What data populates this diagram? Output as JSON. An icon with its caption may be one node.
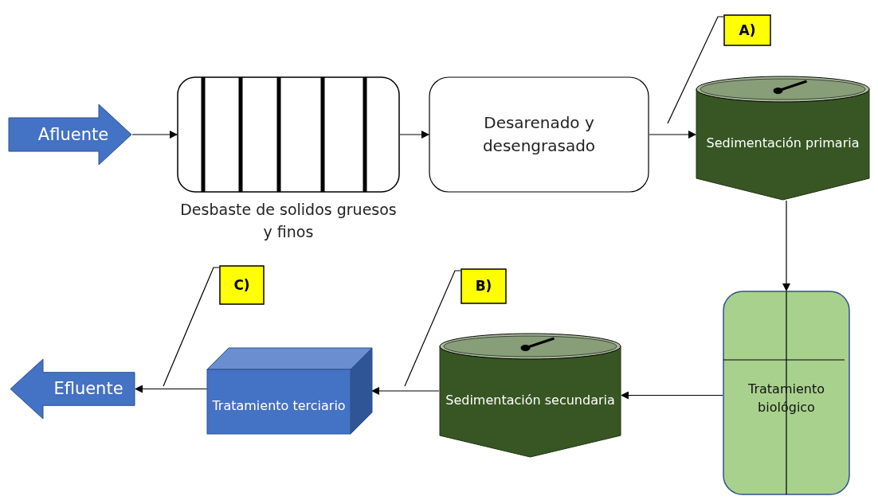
{
  "diagram": {
    "nodes": [
      {
        "text": [
          "Afluente"
        ]
      },
      {
        "text": [
          "Desbaste de solidos gruesos y finos"
        ]
      },
      {
        "text": [
          "Desarenado y desengrasado"
        ]
      },
      {
        "text": [
          "Sedimentación primaria"
        ]
      },
      {
        "text": [
          "Tratamiento biológico"
        ]
      },
      {
        "text": [
          "Sedimentación secundaria"
        ]
      },
      {
        "text": [
          "Tratamiento terciario"
        ]
      },
      {
        "text": [
          "Efluente"
        ]
      },
      {
        "text": [
          "A)"
        ]
      },
      {
        "text": [
          "B)"
        ]
      },
      {
        "text": [
          "C)"
        ]
      }
    ],
    "edges": [
      {
        "from": 0,
        "to": 1,
        "arrow": "to"
      },
      {
        "from": 1,
        "to": 2,
        "arrow": "to"
      },
      {
        "from": 2,
        "to": 3,
        "arrow": "to"
      },
      {
        "from": 3,
        "to": 4,
        "arrow": "to"
      },
      {
        "from": 4,
        "to": 5,
        "arrow": "to"
      },
      {
        "from": 5,
        "to": 6,
        "arrow": "to"
      },
      {
        "from": 6,
        "to": 7,
        "arrow": "to"
      },
      {
        "from": 8,
        "to": null,
        "arrow": "none"
      },
      {
        "from": 9,
        "to": null,
        "arrow": "none"
      },
      {
        "from": 10,
        "to": null,
        "arrow": "none"
      }
    ]
  }
}
